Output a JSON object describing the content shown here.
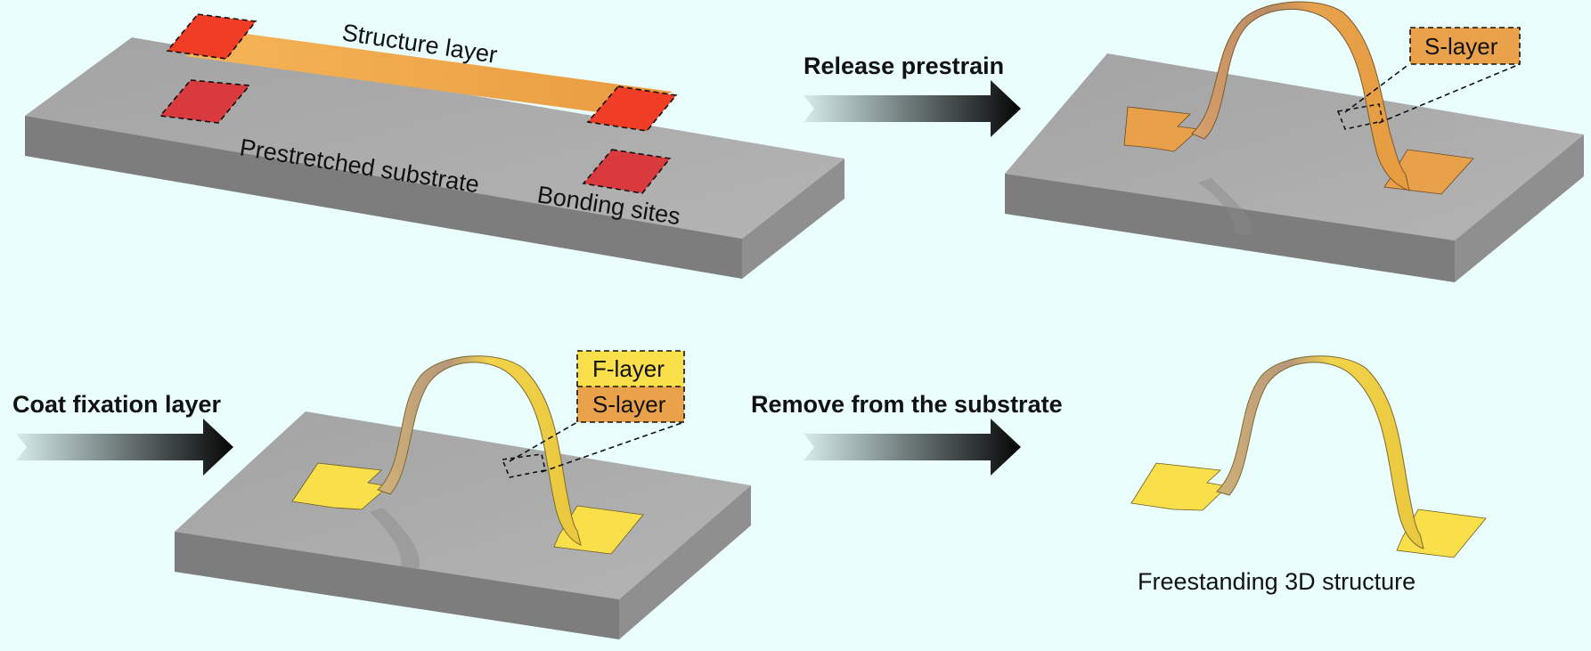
{
  "panel1": {
    "structure_label": "Structure layer",
    "substrate_label": "Prestretched substrate",
    "bonding_label": "Bonding sites"
  },
  "panel2": {
    "step_label": "Release prestrain",
    "inset_label": "S-layer"
  },
  "panel3": {
    "step_label": "Coat fixation layer",
    "inset_top_label": "F-layer",
    "inset_bottom_label": "S-layer"
  },
  "panel4": {
    "step_label": "Remove from the substrate",
    "caption": "Freestanding 3D structure"
  },
  "colors": {
    "background": "#eafefe",
    "substrate_top": "#a9a9a9",
    "substrate_front": "#7f7f7f",
    "substrate_side": "#8f8f8f",
    "structure_layer": "#f0a848",
    "bonding_site": "#e53a2b",
    "s_layer": "#eaa24a",
    "f_layer": "#f9e04a",
    "arrow_dark": "#0a0a0a"
  }
}
